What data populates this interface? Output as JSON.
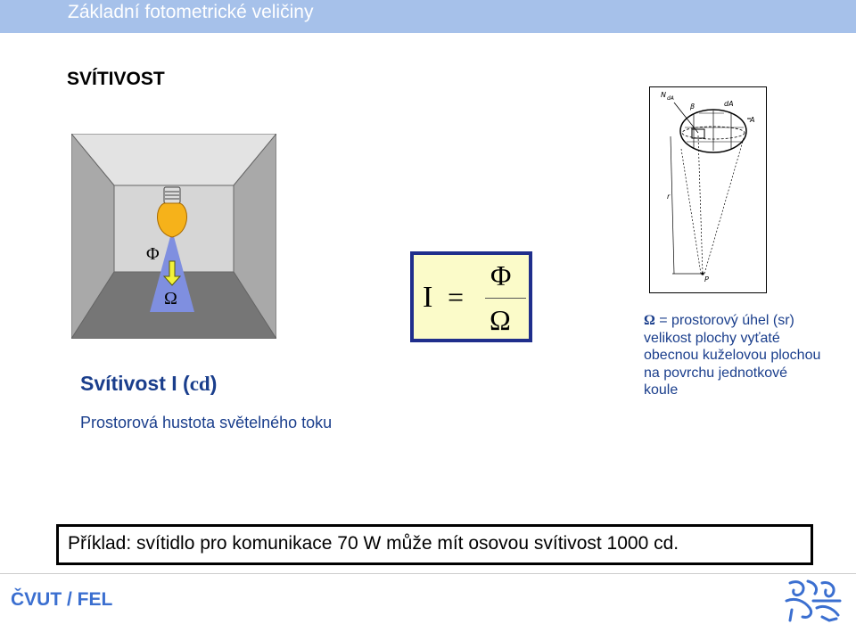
{
  "header": {
    "title": "Základní fotometrické veličiny"
  },
  "section_title": "SVÍTIVOST",
  "room": {
    "phi": "Φ",
    "omega": "Ω"
  },
  "intensity": {
    "title": "Svítivost I (",
    "unit": "cd",
    "close": ")",
    "desc": "Prostorová hustota světelného toku"
  },
  "formula": {
    "lhs": "I",
    "eq": "=",
    "num": "Φ",
    "den": "Ω"
  },
  "sketch": {
    "n": "N",
    "n_sub": "dA",
    "beta": "β",
    "da": "dA",
    "a": "A",
    "r": "r",
    "p": "P"
  },
  "omega_def": {
    "symbol": "Ω",
    "text": " = prostorový úhel (sr) velikost plochy vyťaté obecnou kuželovou plochou na povrchu jednotkové koule"
  },
  "example": "Příklad: svítidlo pro komunikace 70 W může mít osovou svítivost 1000 cd.",
  "footer": "ČVUT / FEL",
  "colors": {
    "header": "#a6c1ea",
    "blue_text": "#1a3e8c",
    "formula_bg": "#fbfbc9",
    "formula_border": "#1f2e8c",
    "footer_text": "#3b6fd0"
  }
}
